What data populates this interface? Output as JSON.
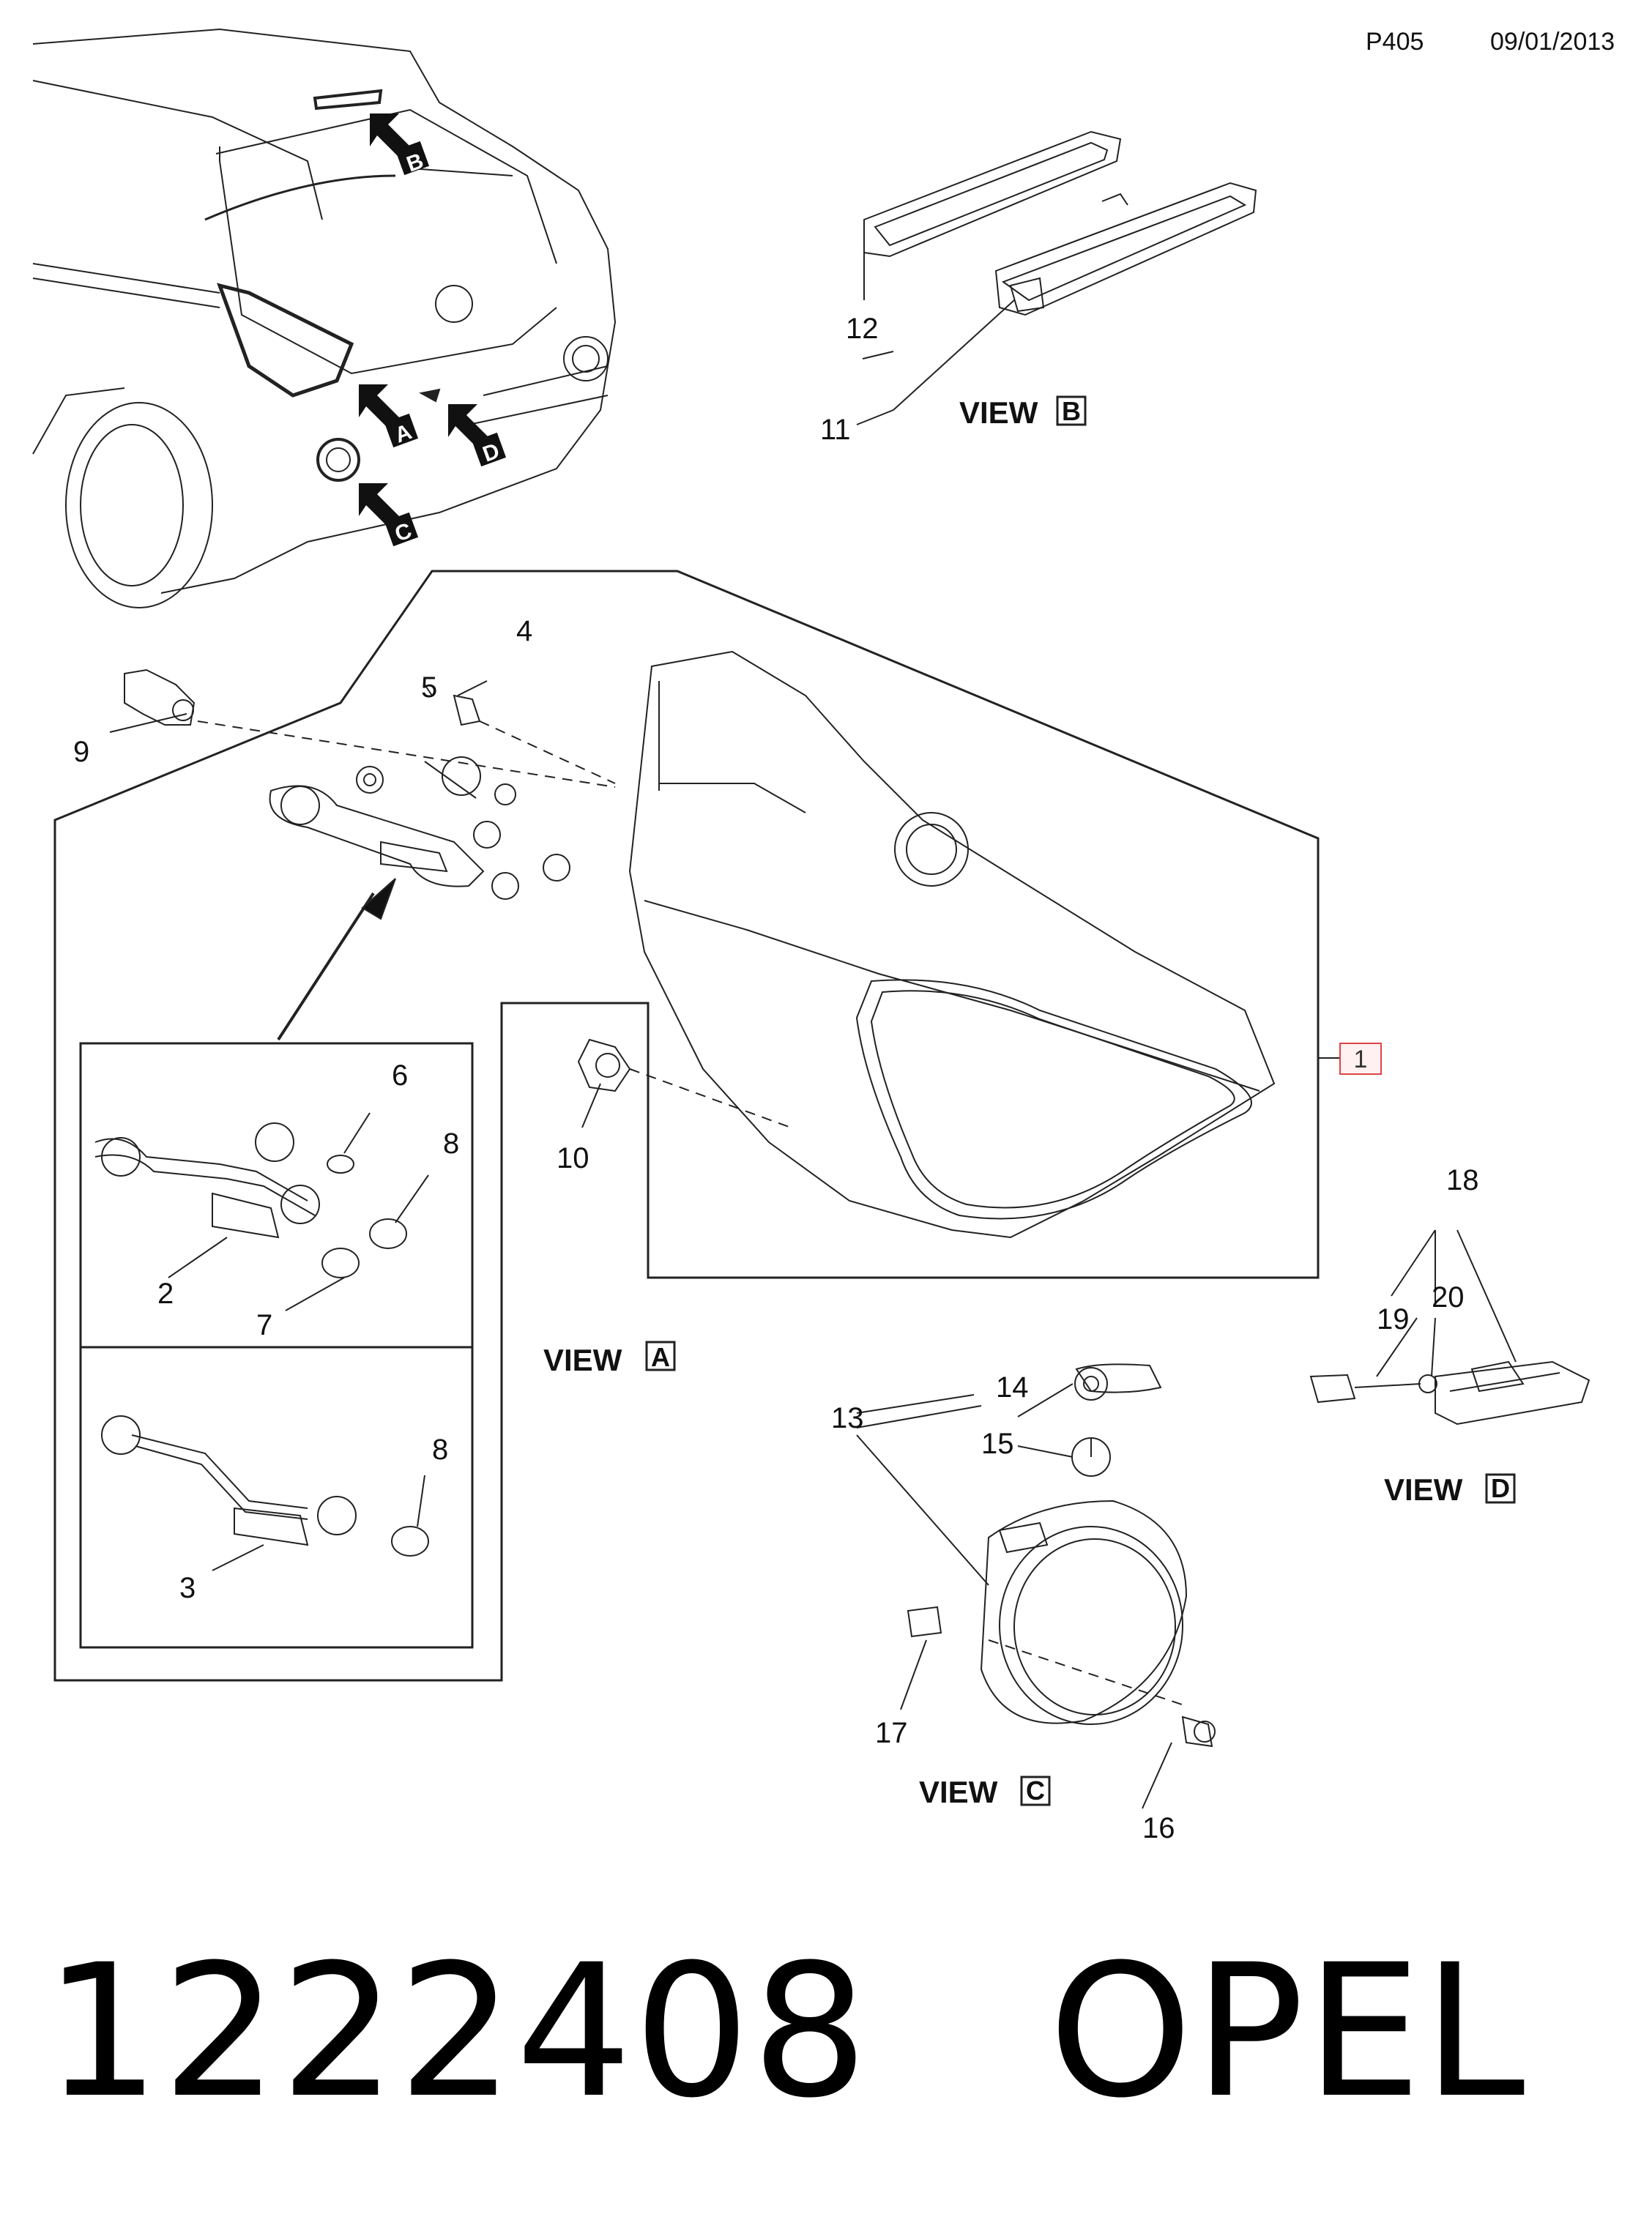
{
  "header": {
    "code": "P405",
    "date": "09/01/2013"
  },
  "views": {
    "a": "VIEW",
    "b": "VIEW",
    "c": "VIEW",
    "d": "VIEW"
  },
  "view_letters": {
    "a": "A",
    "b": "B",
    "c": "C",
    "d": "D"
  },
  "arrow_letters": {
    "a": "A",
    "b": "B",
    "c": "C",
    "d": "D"
  },
  "callouts": {
    "n1": "1",
    "n2": "2",
    "n3": "3",
    "n4": "4",
    "n5": "5",
    "n6": "6",
    "n7": "7",
    "n8a": "8",
    "n8b": "8",
    "n9": "9",
    "n10": "10",
    "n11": "11",
    "n12": "12",
    "n13": "13",
    "n14": "14",
    "n15": "15",
    "n16": "16",
    "n17": "17",
    "n18": "18",
    "n19": "19",
    "n20": "20"
  },
  "footer": {
    "part_number": "1222408",
    "brand": "OPEL"
  }
}
